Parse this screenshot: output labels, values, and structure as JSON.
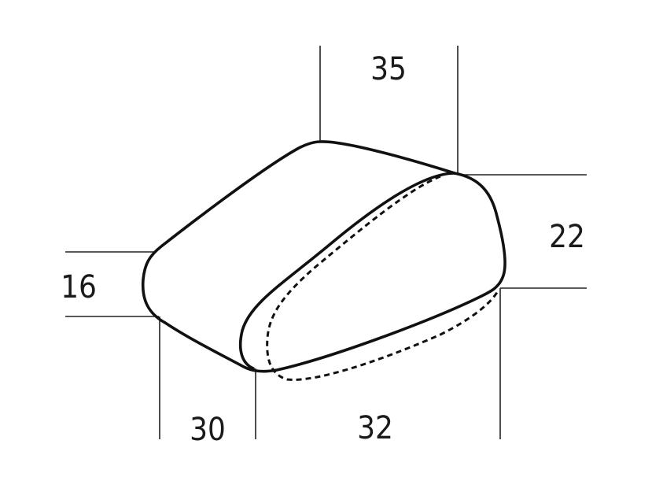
{
  "diagram": {
    "dimensions": {
      "top_width": "35",
      "right_height": "22",
      "left_height": "16",
      "bottom_left_depth": "30",
      "bottom_right_width": "32"
    }
  }
}
